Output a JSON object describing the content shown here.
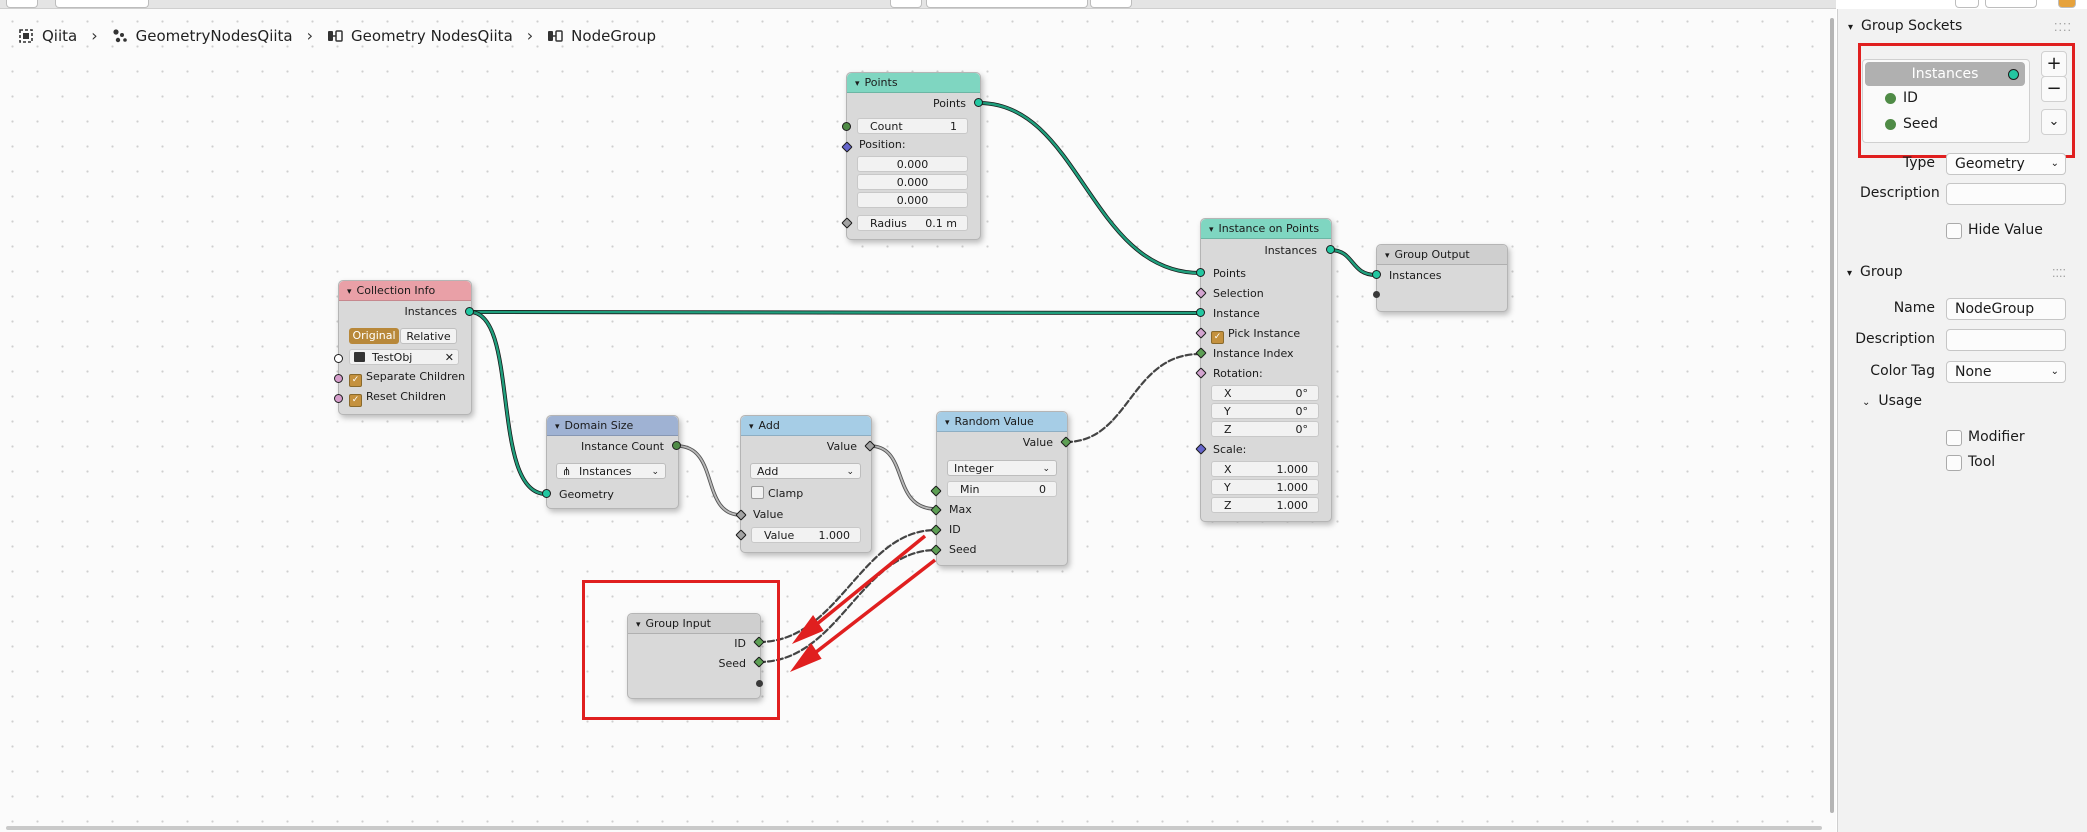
{
  "breadcrumb": {
    "items": [
      "Qiita",
      "GeometryNodesQiita",
      "Geometry NodesQiita",
      "NodeGroup"
    ]
  },
  "nodes": {
    "points": {
      "title": "Points",
      "out_points": "Points",
      "count_label": "Count",
      "count_value": "1",
      "position_label": "Position:",
      "pos_x": "0.000",
      "pos_y": "0.000",
      "pos_z": "0.000",
      "radius_label": "Radius",
      "radius_value": "0.1 m"
    },
    "collection_info": {
      "title": "Collection Info",
      "out_instances": "Instances",
      "btn_original": "Original",
      "btn_relative": "Relative",
      "collection": "TestObj",
      "separate_children": "Separate Children",
      "reset_children": "Reset Children"
    },
    "domain_size": {
      "title": "Domain Size",
      "out_instance_count": "Instance Count",
      "domain": "Instances",
      "in_geometry": "Geometry"
    },
    "add": {
      "title": "Add",
      "out_value": "Value",
      "operation": "Add",
      "clamp": "Clamp",
      "in_value": "Value",
      "value_label": "Value",
      "value_value": "1.000"
    },
    "random_value": {
      "title": "Random Value",
      "out_value": "Value",
      "data_type": "Integer",
      "min_label": "Min",
      "min_value": "0",
      "in_max": "Max",
      "in_id": "ID",
      "in_seed": "Seed"
    },
    "instance_on_points": {
      "title": "Instance on Points",
      "out_instances": "Instances",
      "in_points": "Points",
      "in_selection": "Selection",
      "in_instance": "Instance",
      "pick_instance": "Pick Instance",
      "in_instance_index": "Instance Index",
      "rotation_label": "Rotation:",
      "rot_x_label": "X",
      "rot_x": "0°",
      "rot_y_label": "Y",
      "rot_y": "0°",
      "rot_z_label": "Z",
      "rot_z": "0°",
      "scale_label": "Scale:",
      "scale_x_label": "X",
      "scale_x": "1.000",
      "scale_y_label": "Y",
      "scale_y": "1.000",
      "scale_z_label": "Z",
      "scale_z": "1.000"
    },
    "group_output": {
      "title": "Group Output",
      "in_instances": "Instances"
    },
    "group_input": {
      "title": "Group Input",
      "out_id": "ID",
      "out_seed": "Seed"
    }
  },
  "panel": {
    "group_sockets_title": "Group Sockets",
    "sockets": [
      "Instances",
      "ID",
      "Seed"
    ],
    "type_label": "Type",
    "type_value": "Geometry",
    "description_label": "Description",
    "description_value": "",
    "hide_value_label": "Hide Value",
    "group_title": "Group",
    "name_label": "Name",
    "name_value": "NodeGroup",
    "group_description_label": "Description",
    "group_description_value": "",
    "color_tag_label": "Color Tag",
    "color_tag_value": "None",
    "usage_title": "Usage",
    "modifier_label": "Modifier",
    "tool_label": "Tool"
  },
  "colors": {
    "header_geometry": "#7fd6c1",
    "header_input": "#e9a0a7",
    "header_utility": "#9fb2d3",
    "header_converter": "#a6cde6",
    "header_group": "#cfcfcf",
    "wire_geometry": "#1f9e7c",
    "highlight": "#e01f1f",
    "checkbox": "#c4913e"
  }
}
